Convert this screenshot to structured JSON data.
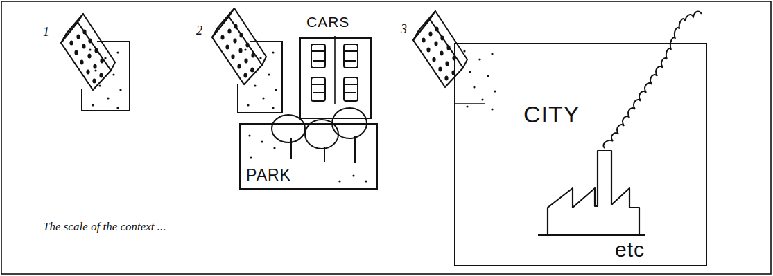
{
  "diagram": {
    "caption": "The scale of the context ...",
    "nodes": [
      {
        "text": [
          "CARS"
        ]
      },
      {
        "text": [
          "PARK"
        ]
      },
      {
        "text": [
          "CITY",
          "etc"
        ]
      }
    ],
    "labels": [
      "1",
      "2",
      "3"
    ]
  }
}
